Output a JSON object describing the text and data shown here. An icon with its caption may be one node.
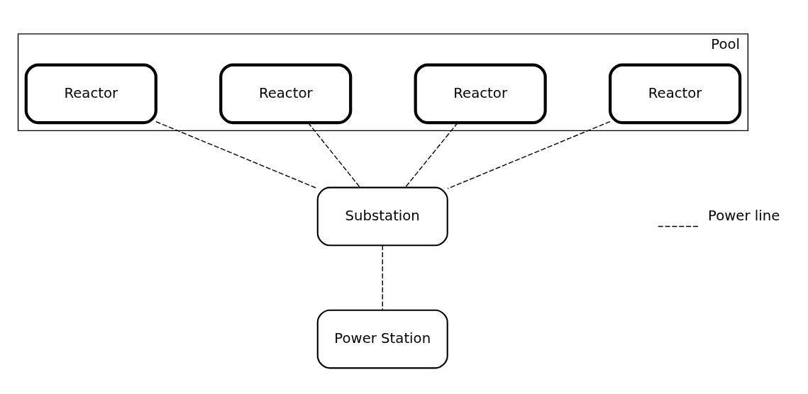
{
  "diagram": {
    "nodes": [
      {
        "text": [
          "Pool"
        ]
      },
      {
        "text": [
          "Reactor"
        ],
        "in": 0
      },
      {
        "text": [
          "Reactor"
        ],
        "in": 0
      },
      {
        "text": [
          "Reactor"
        ],
        "in": 0
      },
      {
        "text": [
          "Reactor"
        ],
        "in": 0
      },
      {
        "text": [
          "Substation"
        ]
      },
      {
        "text": [
          "Power Station"
        ]
      }
    ],
    "edges": [
      {
        "from": 1,
        "to": 5,
        "arrow": "none",
        "style": "dashed"
      },
      {
        "from": 2,
        "to": 5,
        "arrow": "none",
        "style": "dashed"
      },
      {
        "from": 3,
        "to": 5,
        "arrow": "none",
        "style": "dashed"
      },
      {
        "from": 4,
        "to": 5,
        "arrow": "none",
        "style": "dashed"
      },
      {
        "from": 5,
        "to": 6,
        "arrow": "none",
        "style": "dashed"
      }
    ],
    "legend": [
      {
        "text": "Power line"
      }
    ]
  }
}
